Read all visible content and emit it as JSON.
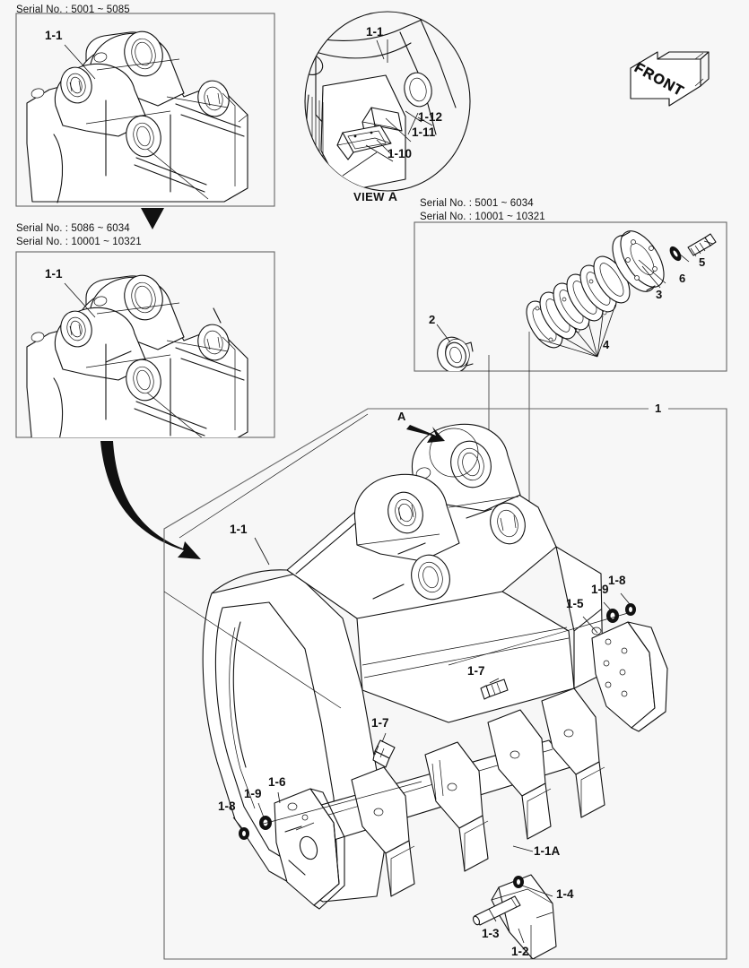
{
  "sheet": {
    "title": "Excavator Bucket Assembly Parts Diagram",
    "background_color": "#f7f7f7",
    "line_color": "#111111",
    "box_border_color": "#555555"
  },
  "front_marker": {
    "label": "FRONT",
    "name": "front-direction-arrow"
  },
  "detail_view": {
    "caption_prefix": "VIEW",
    "caption_letter": "A",
    "callouts": [
      {
        "id": "1-1",
        "label": "1-1"
      },
      {
        "id": "1-12",
        "label": "1-12"
      },
      {
        "id": "1-11",
        "label": "1-11"
      },
      {
        "id": "1-10",
        "label": "1-10"
      }
    ]
  },
  "boxes": [
    {
      "name": "serial-box-upper-left",
      "serials": [
        "Serial No. : 5001 ~ 5085"
      ],
      "callouts": [
        {
          "id": "1-1",
          "label": "1-1"
        }
      ]
    },
    {
      "name": "serial-box-mid-left",
      "serials": [
        "Serial No. : 5086 ~ 6034",
        "Serial No. : 10001 ~ 10321"
      ],
      "callouts": [
        {
          "id": "1-1",
          "label": "1-1"
        }
      ]
    },
    {
      "name": "serial-box-upper-right",
      "serials": [
        "Serial No. : 5001 ~ 6034",
        "Serial No. : 10001 ~ 10321"
      ],
      "callouts": [
        {
          "id": "2",
          "label": "2"
        },
        {
          "id": "3",
          "label": "3"
        },
        {
          "id": "4",
          "label": "4"
        },
        {
          "id": "5",
          "label": "5"
        },
        {
          "id": "6",
          "label": "6"
        }
      ]
    },
    {
      "name": "main-assembly-box",
      "group_label": "1",
      "section_mark": "A",
      "callouts": [
        {
          "id": "1-1",
          "label": "1-1"
        },
        {
          "id": "1-5",
          "label": "1-5"
        },
        {
          "id": "1-6",
          "label": "1-6"
        },
        {
          "id": "1-7a",
          "label": "1-7"
        },
        {
          "id": "1-7b",
          "label": "1-7"
        },
        {
          "id": "1-8a",
          "label": "1-8"
        },
        {
          "id": "1-8b",
          "label": "1-8"
        },
        {
          "id": "1-9a",
          "label": "1-9"
        },
        {
          "id": "1-9b",
          "label": "1-9"
        },
        {
          "id": "1-1A",
          "label": "1-1A"
        },
        {
          "id": "1-2",
          "label": "1-2"
        },
        {
          "id": "1-3",
          "label": "1-3"
        },
        {
          "id": "1-4",
          "label": "1-4"
        }
      ]
    }
  ],
  "labels": {
    "serial_1": "Serial No. : 5001 ~ 5085",
    "serial_2": "Serial No. : 5086 ~ 6034",
    "serial_3": "Serial No. : 10001 ~ 10321",
    "serial_4": "Serial No. : 5001 ~ 6034",
    "serial_5": "Serial No. : 10001 ~ 10321",
    "c_1_1_box1": "1-1",
    "c_1_1_box2": "1-1",
    "c_1_1_view": "1-1",
    "c_1_12": "1-12",
    "c_1_11": "1-11",
    "c_1_10": "1-10",
    "view_a_text": "VIEW",
    "view_a_letter": "A",
    "front": "FRONT",
    "c_2": "2",
    "c_3": "3",
    "c_4": "4",
    "c_5": "5",
    "c_6": "6",
    "c_1": "1",
    "mark_a": "A",
    "c_1_1_main": "1-1",
    "c_1_5": "1-5",
    "c_1_6": "1-6",
    "c_1_7_upper": "1-7",
    "c_1_7_lower": "1-7",
    "c_1_8_right": "1-8",
    "c_1_8_left": "1-8",
    "c_1_9_right": "1-9",
    "c_1_9_left": "1-9",
    "c_1_1A": "1-1A",
    "c_1_2": "1-2",
    "c_1_3": "1-3",
    "c_1_4": "1-4"
  }
}
